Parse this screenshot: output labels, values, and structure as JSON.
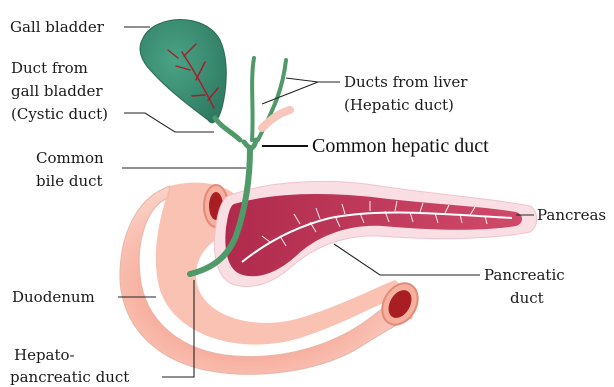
{
  "labels": {
    "gall_bladder": "Gall bladder",
    "duct_from_gb_1": "Duct from",
    "duct_from_gb_2": "gall bladder",
    "duct_from_gb_3": "(Cystic duct)",
    "ducts_from_liver_1": "Ducts from liver",
    "ducts_from_liver_2": "(Hepatic duct)",
    "common_hepatic_duct": "Common hepatic duct",
    "common_bile_duct_1": "Common",
    "common_bile_duct_2": "bile duct",
    "pancreas": "Pancreas",
    "pancreatic_duct_1": "Pancreatic",
    "pancreatic_duct_2": "duct",
    "duodenum": "Duodenum",
    "hepato_pancreatic_duct_1": "Hepato-",
    "hepato_pancreatic_duct_2": "pancreatic duct"
  },
  "colors": {
    "gall_bladder": "#3d8c74",
    "ducts": "#4f9a68",
    "pancreas": "#c23a5c",
    "pancreas_outline": "#f2c8d2",
    "duodenum": "#f3a896",
    "duodenum_dark": "#e0765f",
    "vessel": "#9b1c2c"
  }
}
